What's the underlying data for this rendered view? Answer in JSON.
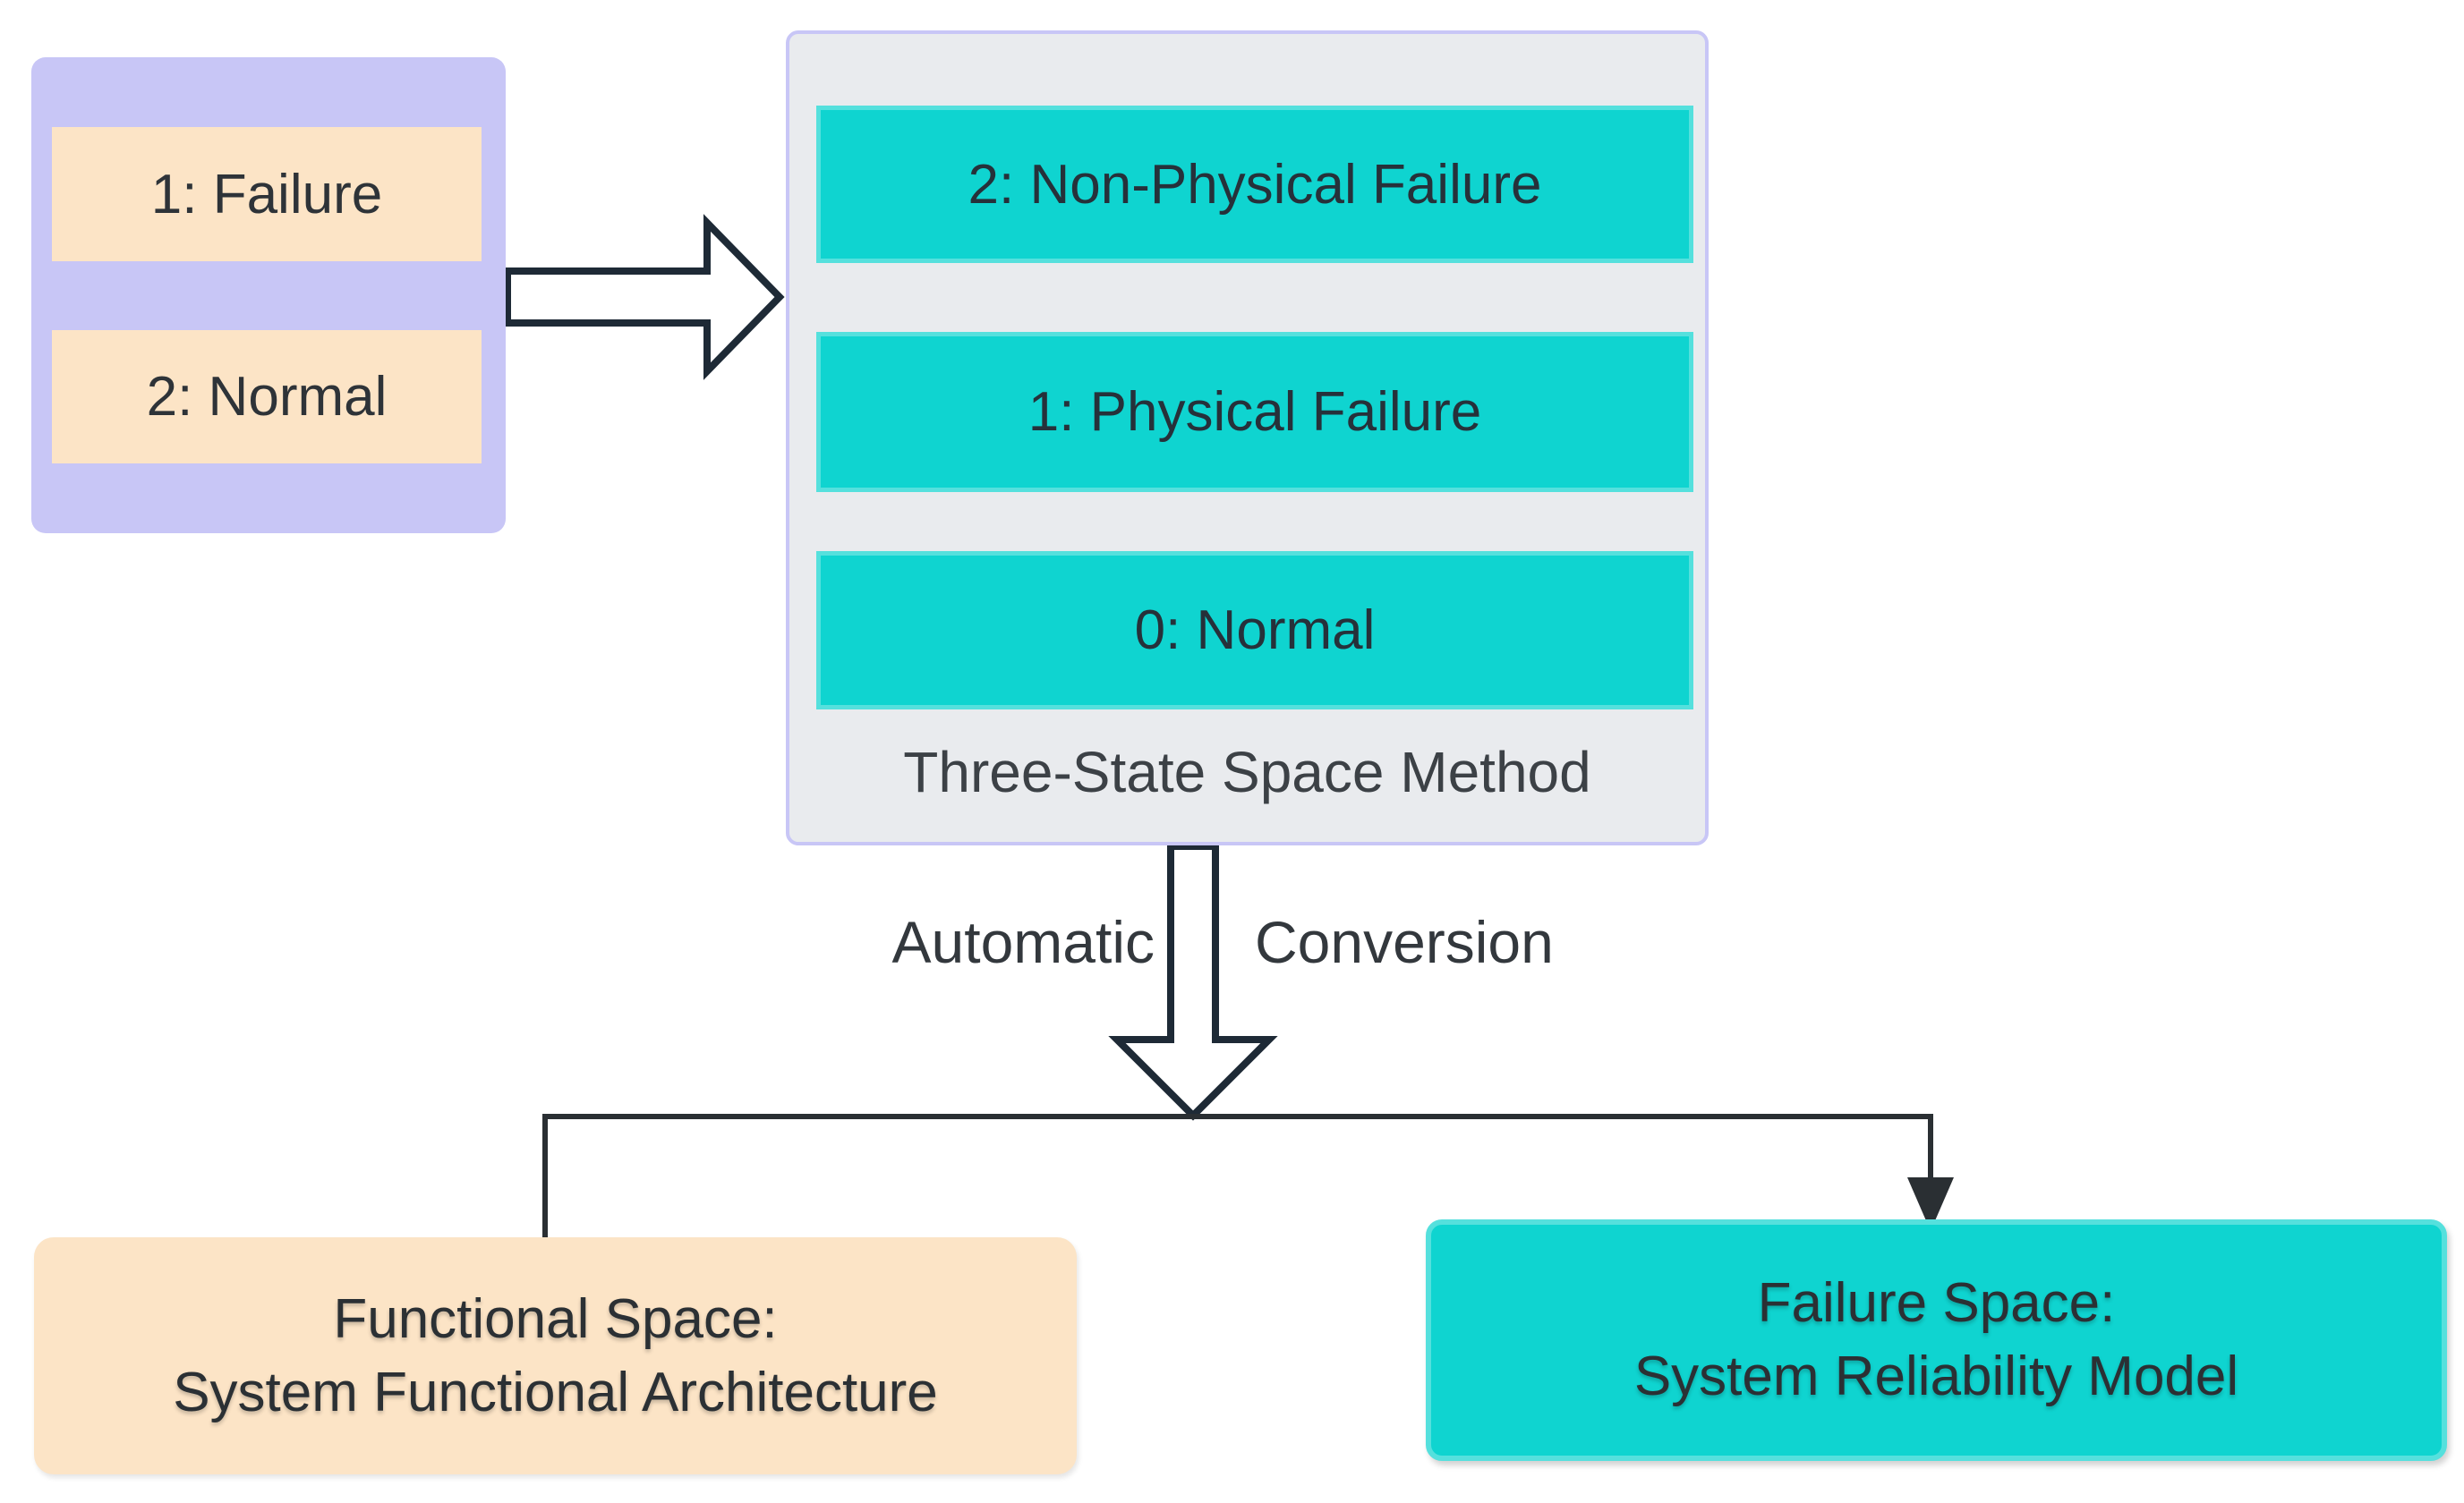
{
  "colors": {
    "lavender": "#c8c6f6",
    "peach": "#fce4c6",
    "gray_fill": "#e9ebee",
    "cyan_fill": "#0fd4d0",
    "cyan_border": "#55e0dd",
    "stroke_dark": "#1e2a36",
    "text_dark": "#2e3338"
  },
  "two_state_group": {
    "items": [
      {
        "label": "1: Failure"
      },
      {
        "label": "2: Normal"
      }
    ]
  },
  "three_state_group": {
    "items": [
      {
        "label": "2: Non-Physical Failure"
      },
      {
        "label": "1: Physical Failure"
      },
      {
        "label": "0: Normal"
      }
    ],
    "caption": "Three-State Space Method"
  },
  "conversion_labels": {
    "left": "Automatic",
    "right": "Conversion"
  },
  "functional_space_box": {
    "line1": "Functional Space:",
    "line2": "System Functional Architecture"
  },
  "failure_space_box": {
    "line1": "Failure Space:",
    "line2": "System Reliability Model"
  }
}
